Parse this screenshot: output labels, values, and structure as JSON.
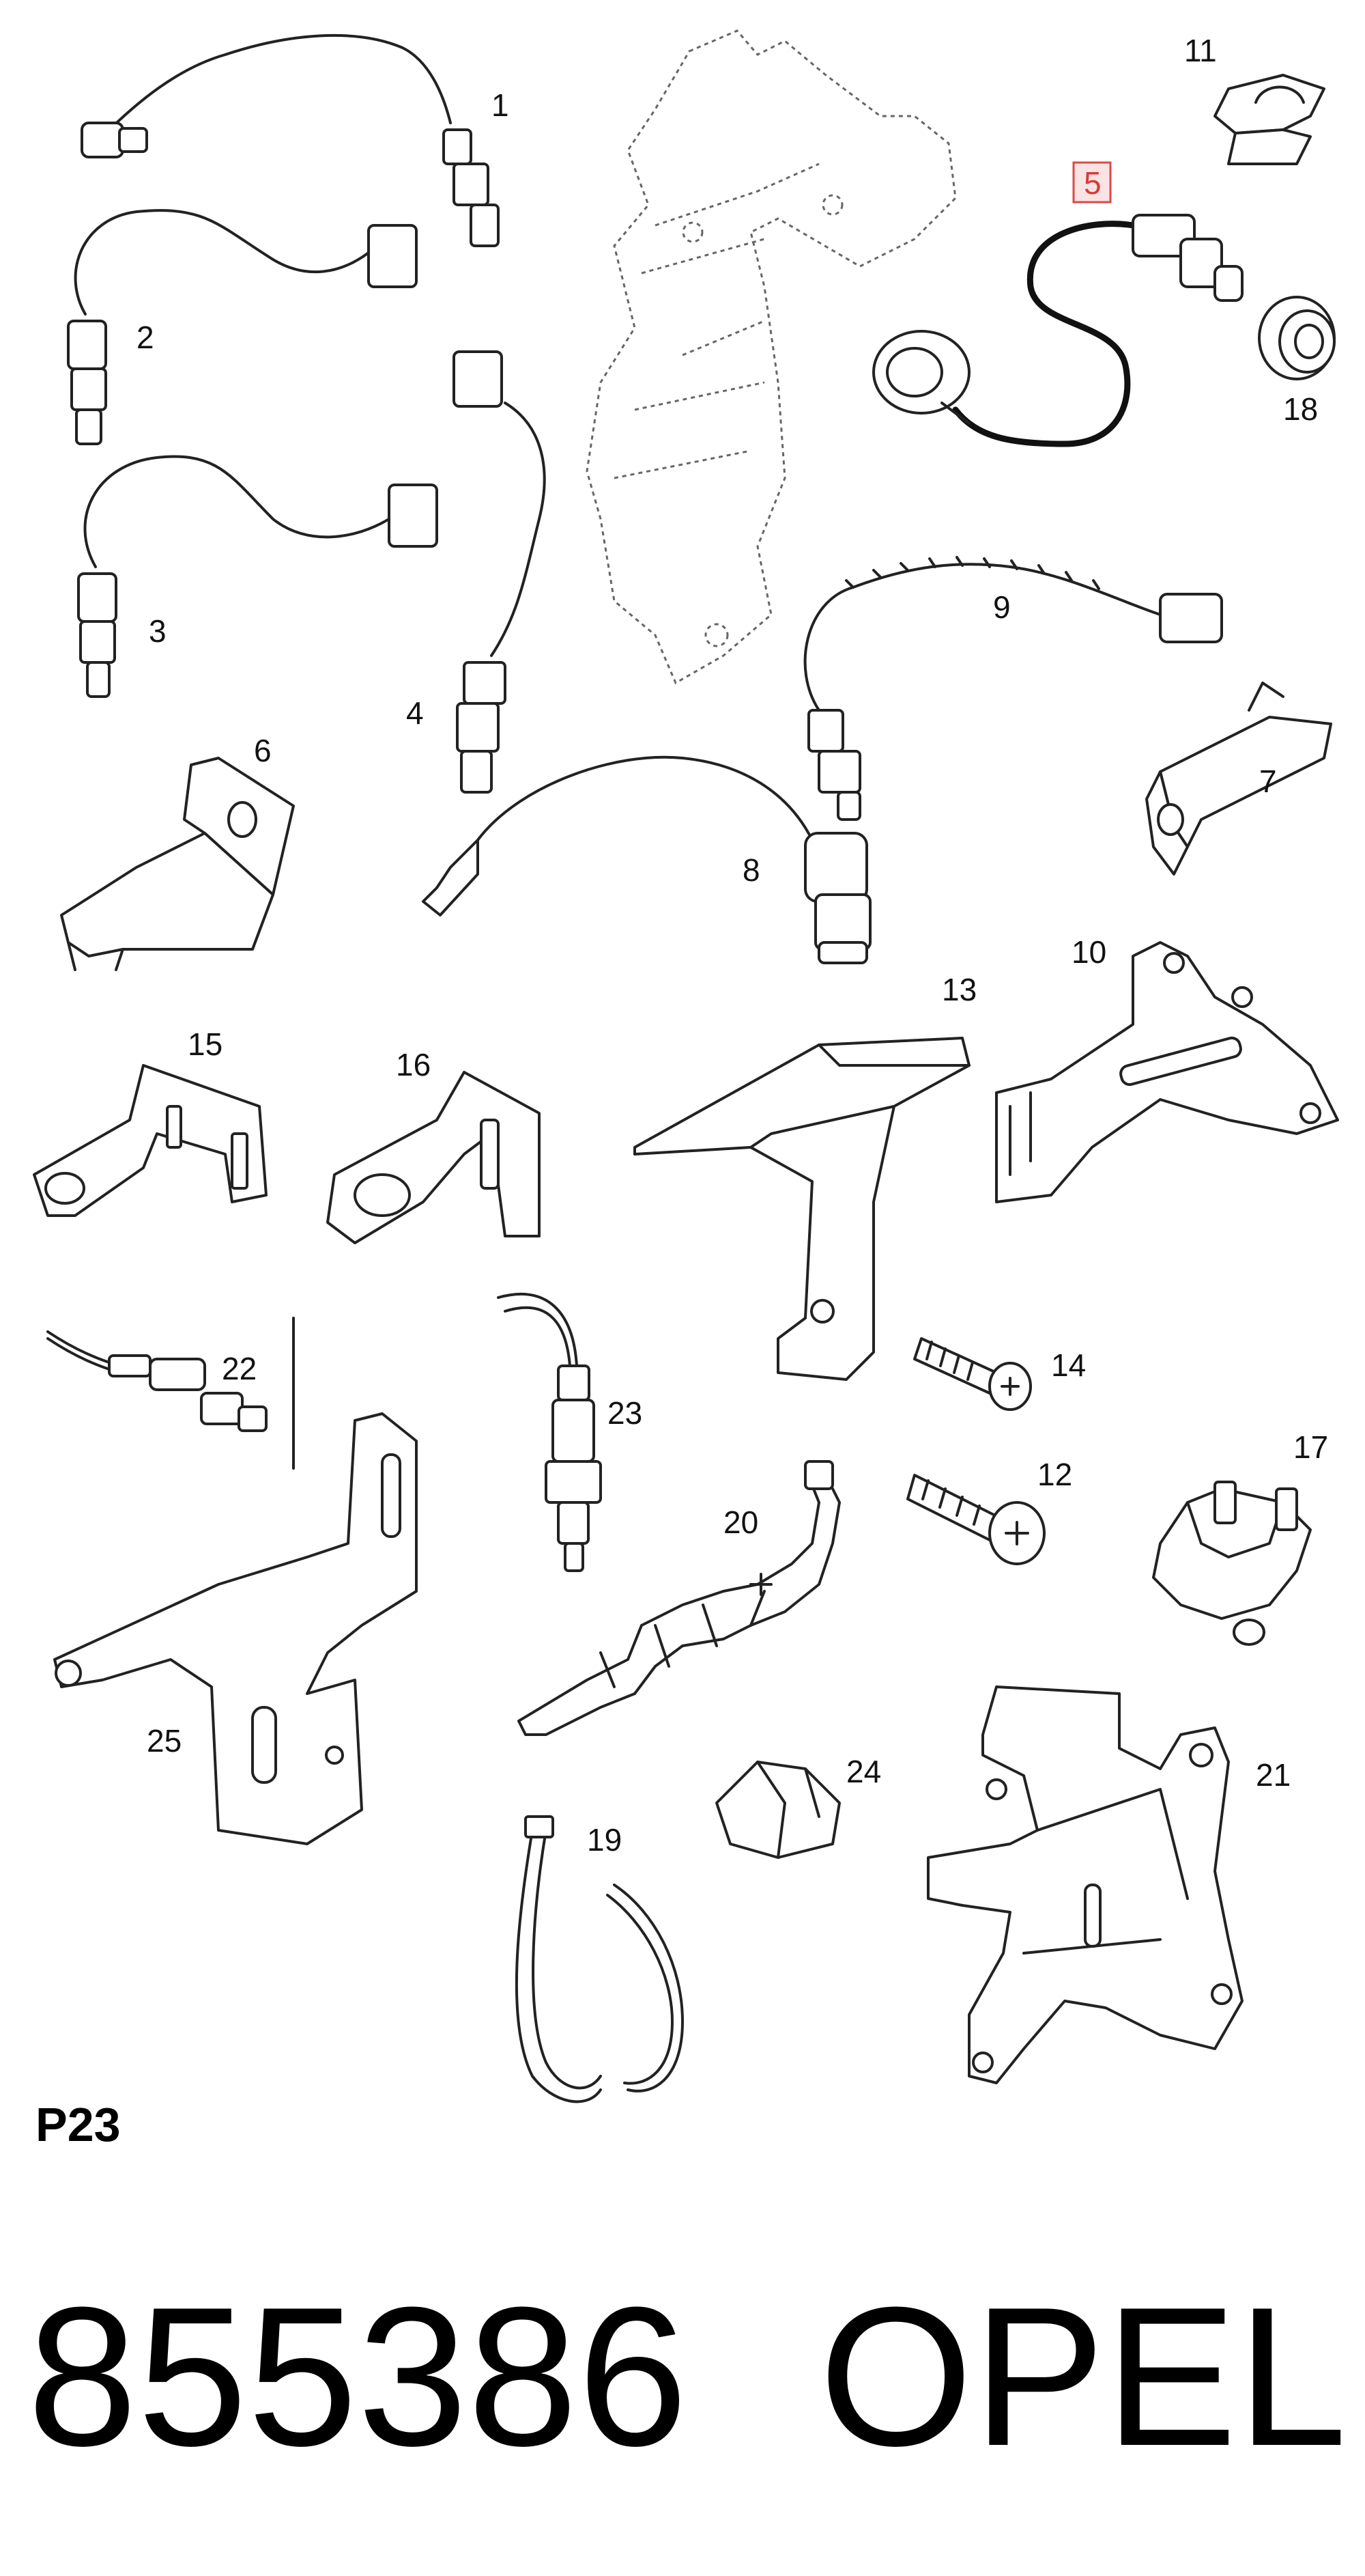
{
  "diagram": {
    "page_code": "P23",
    "footer": {
      "part_number": "855386",
      "brand": "OPEL"
    },
    "highlighted_callout": "5",
    "callouts": [
      {
        "id": "c1",
        "label": "1"
      },
      {
        "id": "c2",
        "label": "2"
      },
      {
        "id": "c3",
        "label": "3"
      },
      {
        "id": "c4",
        "label": "4"
      },
      {
        "id": "c5",
        "label": "5"
      },
      {
        "id": "c6",
        "label": "6"
      },
      {
        "id": "c7",
        "label": "7"
      },
      {
        "id": "c8",
        "label": "8"
      },
      {
        "id": "c9",
        "label": "9"
      },
      {
        "id": "c10",
        "label": "10"
      },
      {
        "id": "c11",
        "label": "11"
      },
      {
        "id": "c12",
        "label": "12"
      },
      {
        "id": "c13",
        "label": "13"
      },
      {
        "id": "c14",
        "label": "14"
      },
      {
        "id": "c15",
        "label": "15"
      },
      {
        "id": "c16",
        "label": "16"
      },
      {
        "id": "c17",
        "label": "17"
      },
      {
        "id": "c18",
        "label": "18"
      },
      {
        "id": "c19",
        "label": "19"
      },
      {
        "id": "c20",
        "label": "20"
      },
      {
        "id": "c21",
        "label": "21"
      },
      {
        "id": "c22",
        "label": "22"
      },
      {
        "id": "c23",
        "label": "23"
      },
      {
        "id": "c24",
        "label": "24"
      },
      {
        "id": "c25",
        "label": "25"
      }
    ],
    "colors": {
      "highlight_stroke": "#d94a4a",
      "highlight_fill": "#fbe3e3",
      "line": "#222222"
    }
  }
}
